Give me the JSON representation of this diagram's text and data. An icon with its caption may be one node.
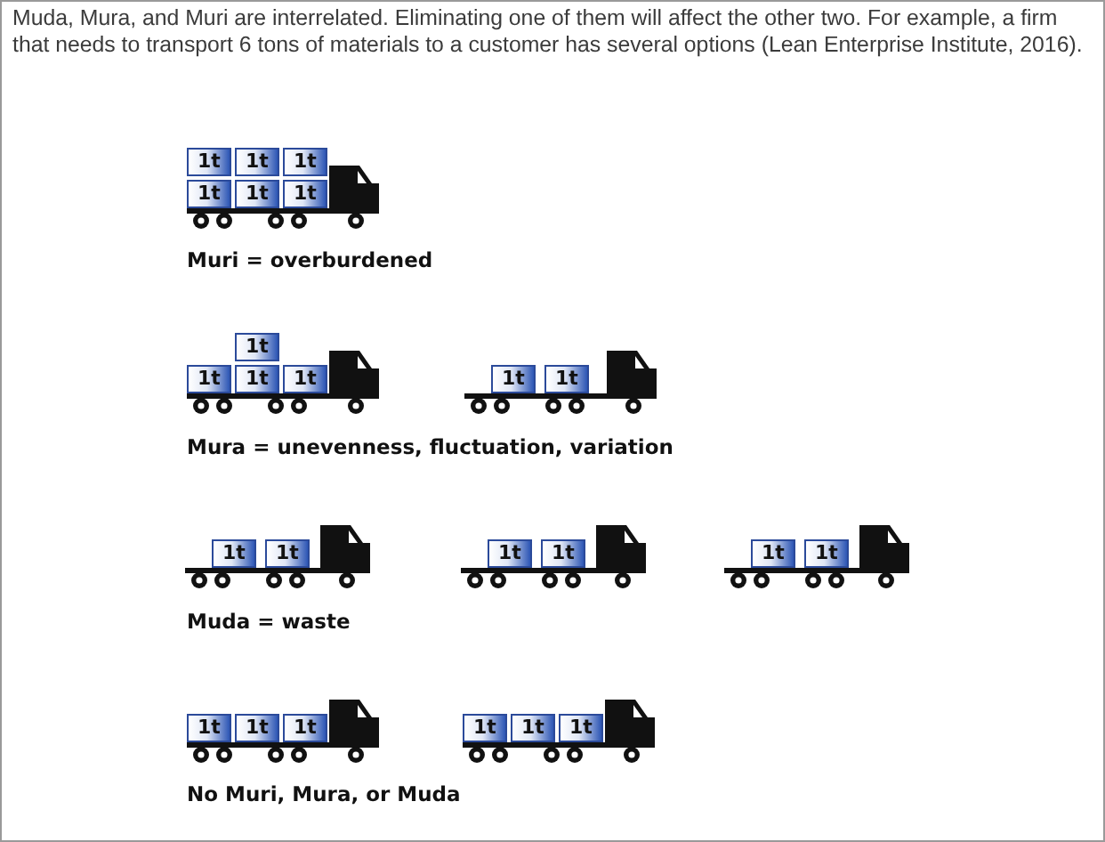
{
  "diagram": {
    "caption": "Muda, Mura, and Muri are interrelated. Eliminating one of them will affect the other two. For example, a firm that needs to transport 6 tons of materials to a customer has several options (Lean Enterprise Institute, 2016).",
    "labels": [
      "1t",
      "1t",
      "1t",
      "1t",
      "1t",
      "1t",
      "Muri = overburdened",
      "1t",
      "1t",
      "1t",
      "1t",
      "1t",
      "1t",
      "Mura = unevenness, fluctuation, variation",
      "1t",
      "1t",
      "1t",
      "1t",
      "1t",
      "1t",
      "Muda = waste",
      "1t",
      "1t",
      "1t",
      "1t",
      "1t",
      "1t",
      "No Muri, Mura, or Muda"
    ]
  }
}
